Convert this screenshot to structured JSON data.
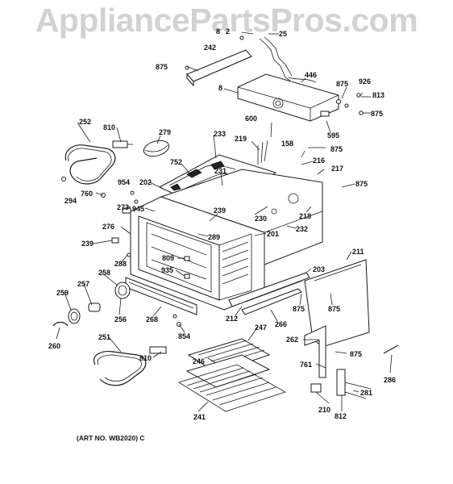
{
  "watermark": "AppliancePartsPros.com",
  "art_number": "(ART NO. WB2020) C",
  "part_labels": {
    "p8a": "8",
    "p2": "2",
    "p25": "25",
    "p242": "242",
    "p875a": "875",
    "p446": "446",
    "p8b": "8",
    "p875b": "875",
    "p926": "926",
    "p813": "813",
    "p875c": "875",
    "p595": "595",
    "p252": "252",
    "p810a": "810",
    "p279": "279",
    "p233": "233",
    "p600": "600",
    "p219": "219",
    "p158": "158",
    "p875d": "875",
    "p216": "216",
    "p217": "217",
    "p875e": "875",
    "p752": "752",
    "p231": "231",
    "p954": "954",
    "p202": "202",
    "p760": "760",
    "p294": "294",
    "p273": "273",
    "p945": "945",
    "p239a": "239",
    "p230": "230",
    "p218": "218",
    "p276": "276",
    "p289": "289",
    "p201": "201",
    "p232": "232",
    "p239b": "239",
    "p288": "288",
    "p809": "809",
    "p211": "211",
    "p935": "935",
    "p203": "203",
    "p258": "258",
    "p257": "257",
    "p259": "259",
    "p256": "256",
    "p268": "268",
    "p212": "212",
    "p875f": "875",
    "p875g": "875",
    "p266": "266",
    "p854": "854",
    "p247": "247",
    "p260": "260",
    "p262": "262",
    "p251": "251",
    "p810b": "810",
    "p875h": "875",
    "p246": "246",
    "p761": "761",
    "p286": "286",
    "p281": "281",
    "p210": "210",
    "p241": "241",
    "p812": "812"
  },
  "colors": {
    "line": "#1a1a1a",
    "watermark": "#d2d2d2",
    "background": "#ffffff"
  }
}
